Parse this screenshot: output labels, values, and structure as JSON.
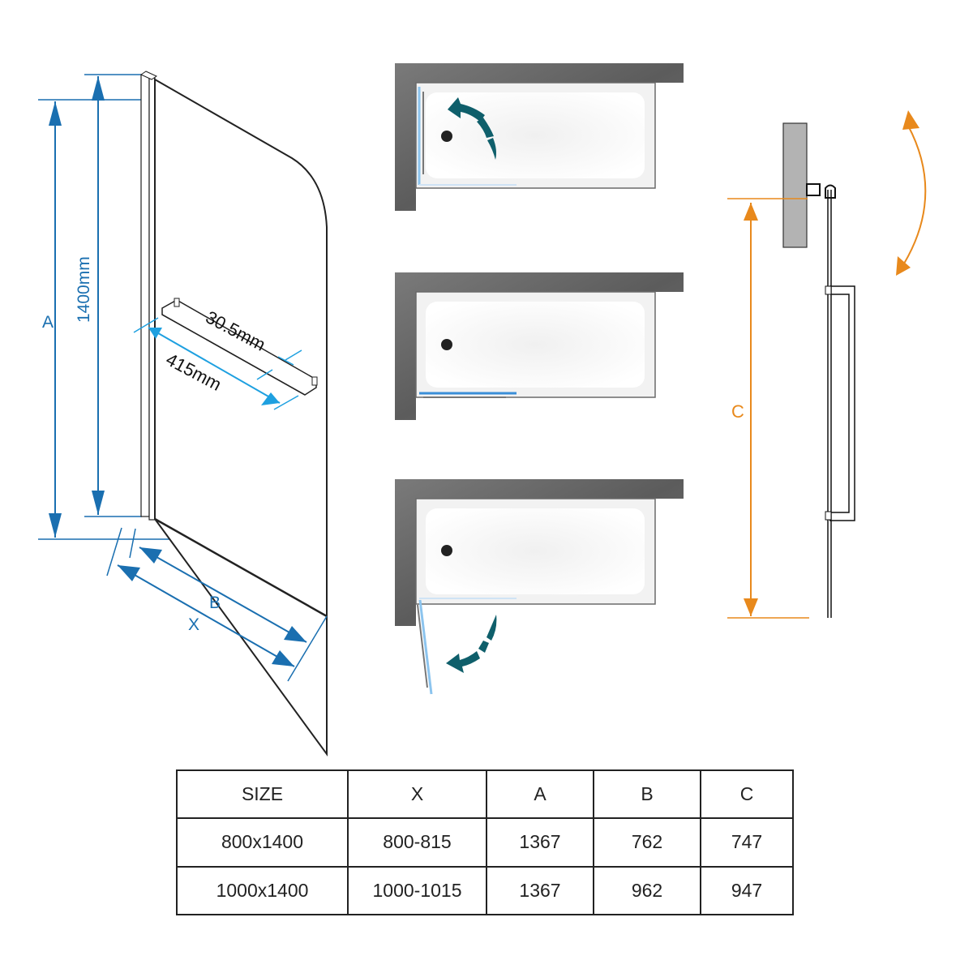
{
  "diagram": {
    "front_view": {
      "labels": {
        "height_total": "1400mm",
        "dim_a": "A",
        "dim_b": "B",
        "dim_x": "X",
        "handle_length": "415mm",
        "handle_offset": "30.5mm"
      }
    },
    "top_views": [
      {
        "state": "open-inward",
        "arrow": "curved-arrow-inward"
      },
      {
        "state": "closed",
        "arrow": null
      },
      {
        "state": "open-outward",
        "arrow": "curved-arrow-outward"
      }
    ],
    "side_view": {
      "labels": {
        "dim_c": "C"
      }
    },
    "colors": {
      "dimension_blue": "#1a6fb0",
      "handle_dim_cyan": "#1ea0e0",
      "side_orange": "#e8891c",
      "arrow_teal": "#0f5f6b",
      "wall_grey": "#6a6a6a"
    }
  },
  "size_table": {
    "headers": [
      "SIZE",
      "X",
      "A",
      "B",
      "C"
    ],
    "rows": [
      [
        "800x1400",
        "800-815",
        "1367",
        "762",
        "747"
      ],
      [
        "1000x1400",
        "1000-1015",
        "1367",
        "962",
        "947"
      ]
    ]
  }
}
